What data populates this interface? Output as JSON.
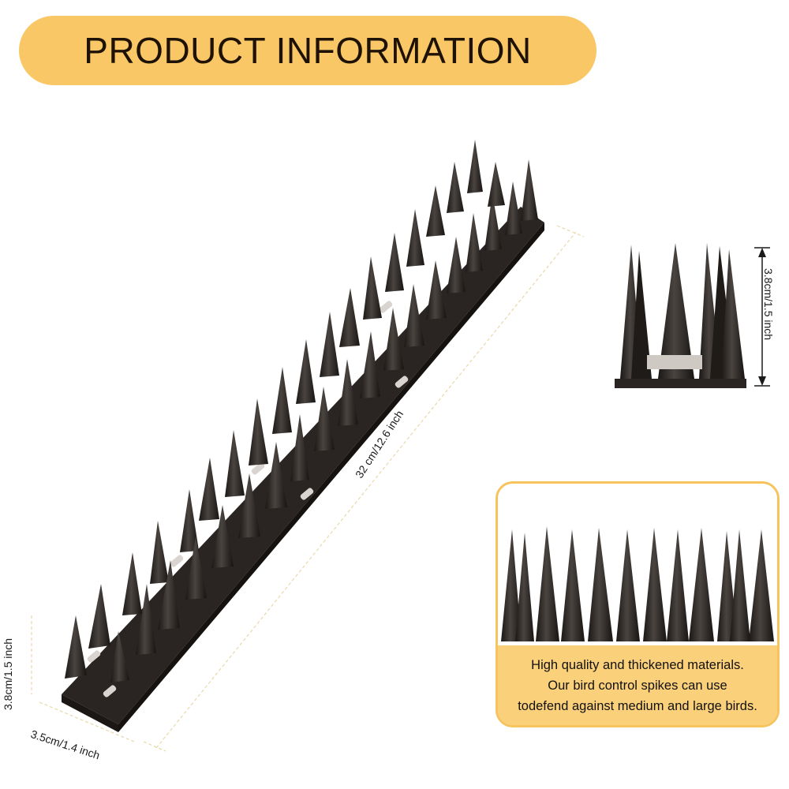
{
  "banner": {
    "title": "PRODUCT INFORMATION"
  },
  "dimensions": {
    "length": "32 cm/12.6 inch",
    "height_front": "3.8cm/1.5 inch",
    "width": "3.5cm/1.4 inch",
    "height_side": "3.8cm/1.5 inch"
  },
  "info_card": {
    "lines": [
      "High quality and thickened materials.",
      "Our bird control spikes can use",
      "todefend against medium and large birds."
    ]
  },
  "colors": {
    "banner": "#f9c766",
    "card_border": "#f6c35c",
    "card_text_bg": "#fbd07a",
    "product": "#262220"
  }
}
